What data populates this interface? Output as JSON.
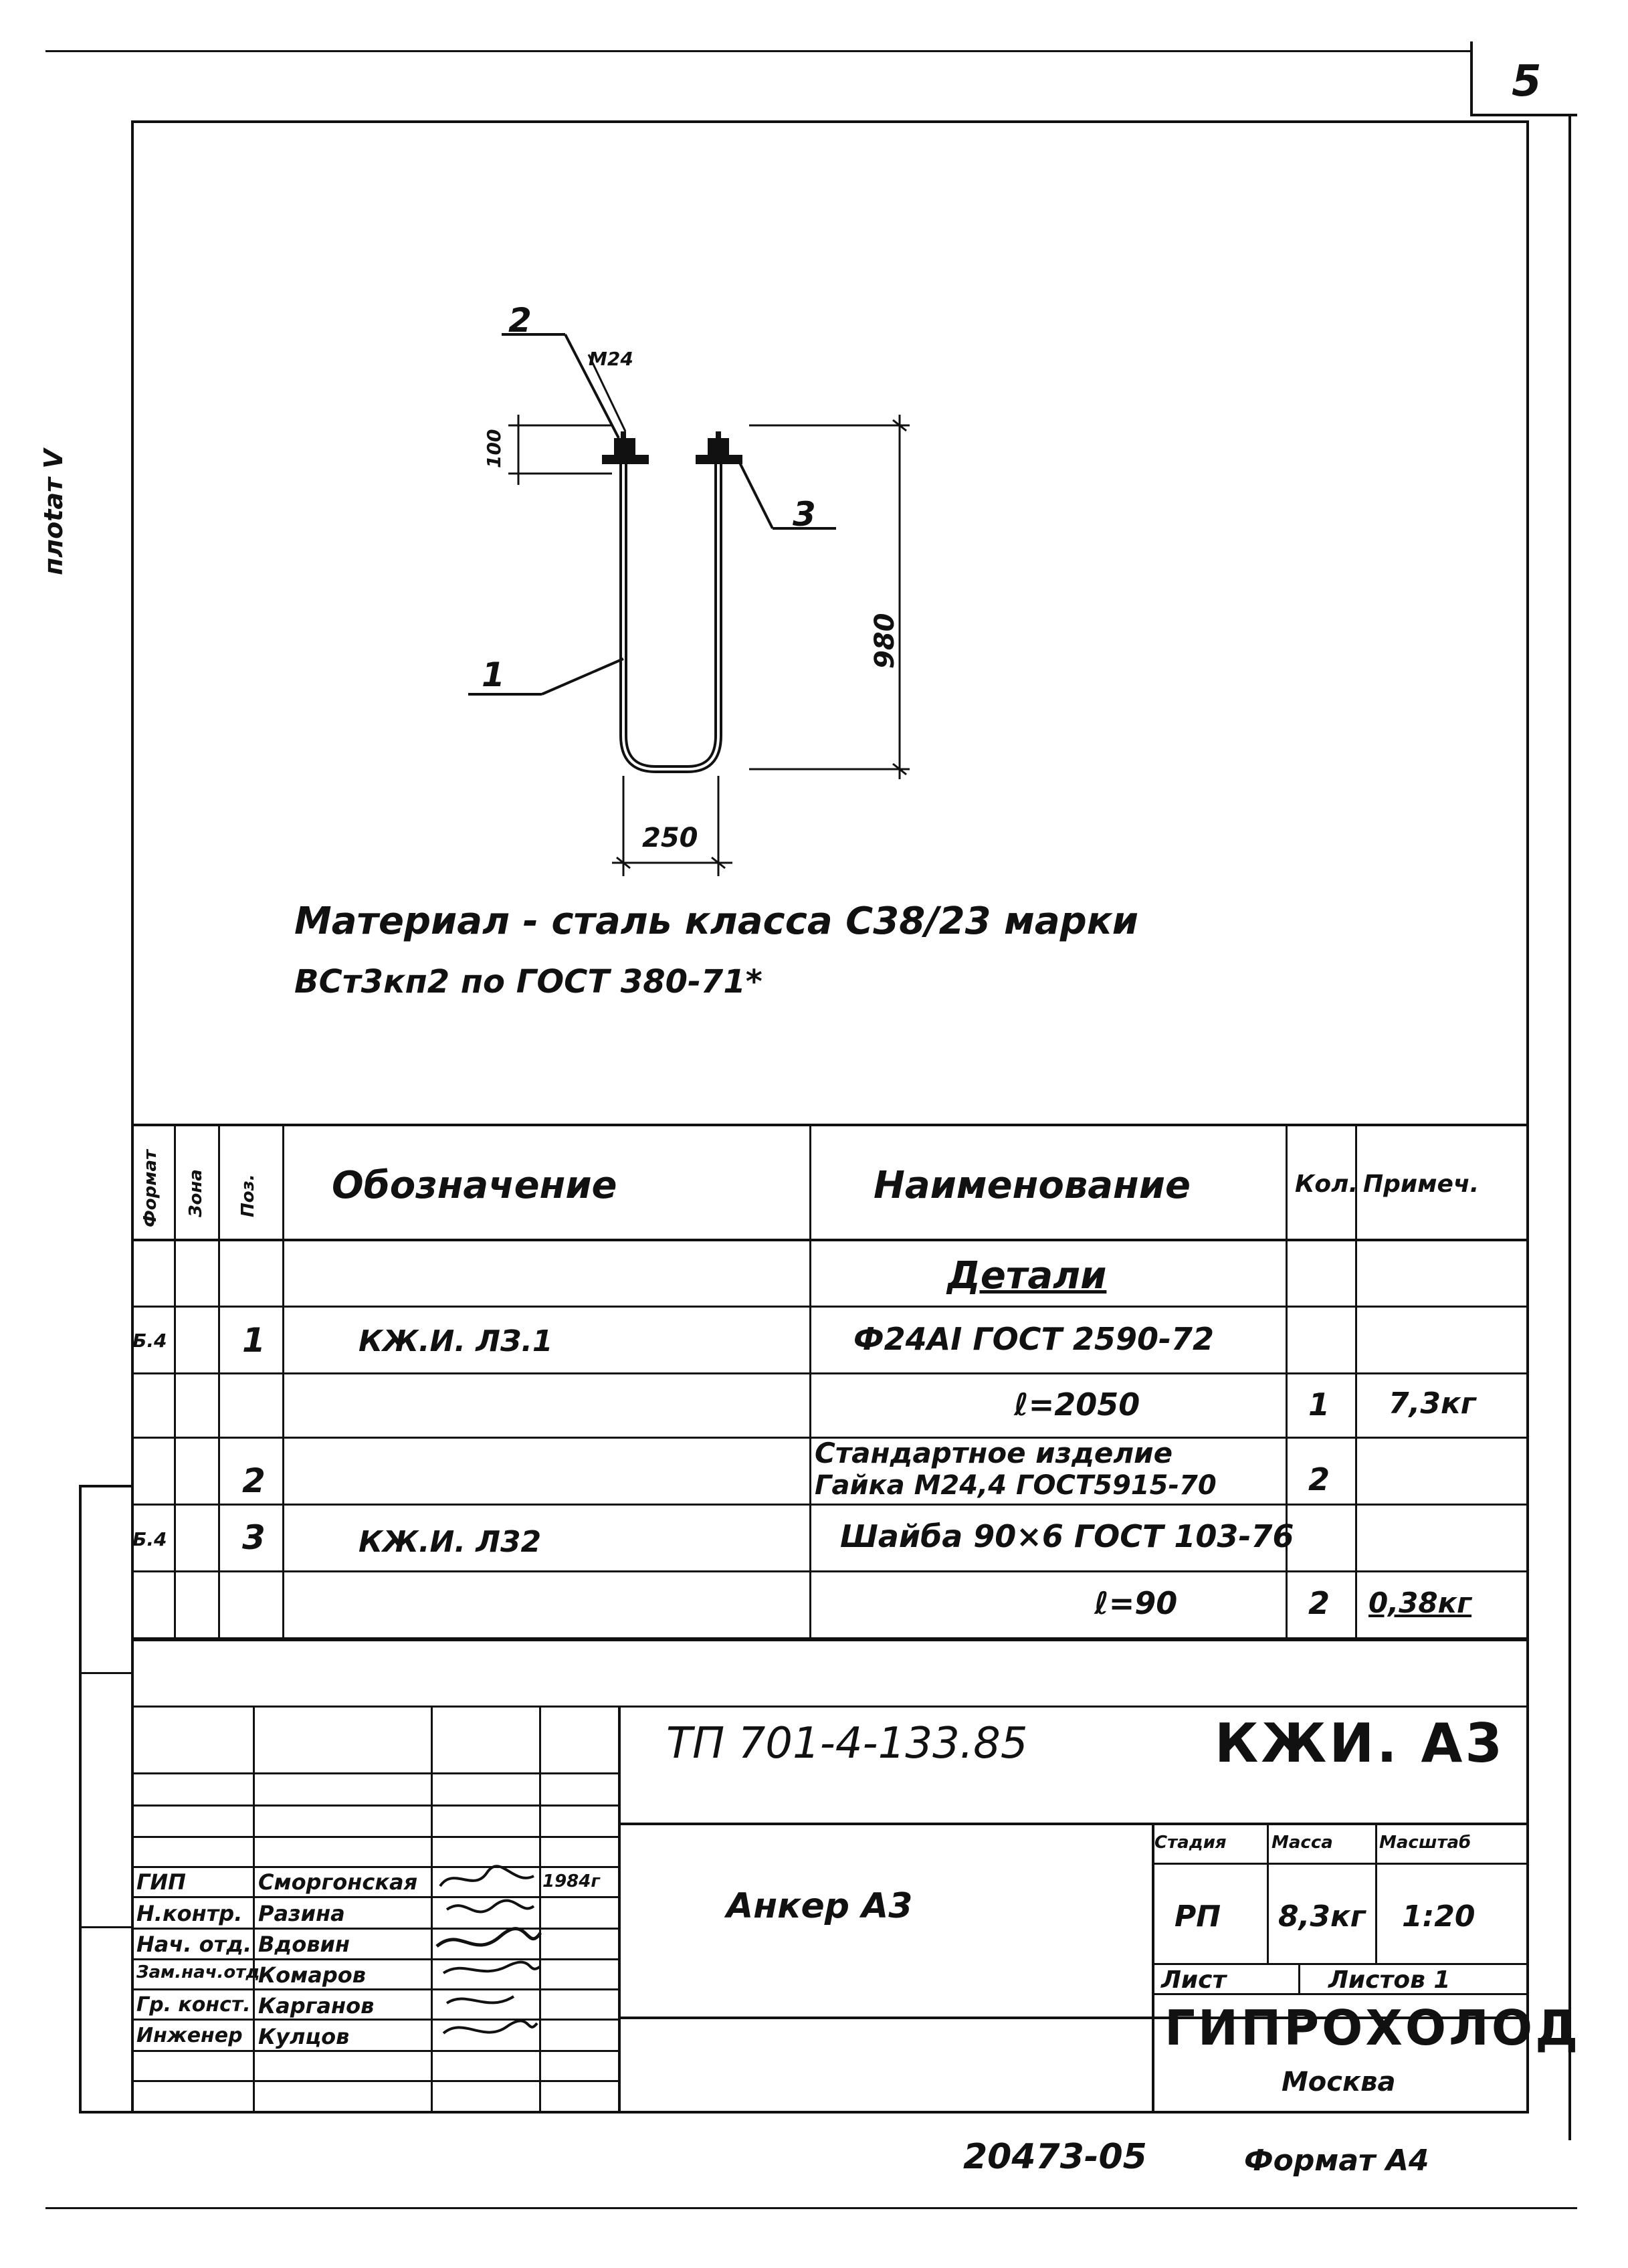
{
  "sheet": {
    "page_number": "5",
    "side_note": "плоtат V"
  },
  "drawing": {
    "labels": {
      "pos1": "1",
      "pos2": "2",
      "pos3": "3",
      "thread": "M24",
      "dim_top": "100",
      "dim_height": "980",
      "dim_width": "250"
    },
    "material_line1": "Материал - сталь класса С38/23 марки",
    "material_line2": "ВСт3кп2 по ГОСТ 380-71*"
  },
  "spec_table": {
    "headers": {
      "format": "Формат",
      "zone": "Зона",
      "pos": "Поз.",
      "designation": "Обозначение",
      "name": "Наименование",
      "qty": "Кол.",
      "note": "Примеч."
    },
    "section": "Детали",
    "rows": [
      {
        "format": "Б.4",
        "zone": "",
        "pos": "1",
        "designation": "КЖ.И. ЛЗ.1",
        "name": "Ф24АⅠ ГОСТ 2590-72",
        "qty": "",
        "note": ""
      },
      {
        "format": "",
        "zone": "",
        "pos": "",
        "designation": "",
        "name": "ℓ=2050",
        "qty": "1",
        "note": "7,3кг"
      },
      {
        "format": "",
        "zone": "",
        "pos": "2",
        "designation": "",
        "name": "Стандартное изделие",
        "name2": "Гайка М24,4 ГОСТ5915-70",
        "qty": "2",
        "note": ""
      },
      {
        "format": "Б.4",
        "zone": "",
        "pos": "3",
        "designation": "КЖ.И. Л32",
        "name": "Шайба 90×6 ГОСТ 103-76",
        "qty": "",
        "note": ""
      },
      {
        "format": "",
        "zone": "",
        "pos": "",
        "designation": "",
        "name": "ℓ=90",
        "qty": "2",
        "note": "0,38кг"
      }
    ]
  },
  "title_block": {
    "project_code": "ТП 701-4-133.85",
    "sheet_code": "КЖИ. А3",
    "title": "Анкер А3",
    "stage_label": "Стадия",
    "mass_label": "Масса",
    "scale_label": "Масштаб",
    "stage": "РП",
    "mass": "8,3кг",
    "scale": "1:20",
    "sheet_label": "Лист",
    "sheets_label": "Листов 1",
    "org": "ГИПРОХОЛОД",
    "city": "Москва",
    "staff": [
      {
        "role": "ГИП",
        "name": "Сморгонская",
        "date": "1984г"
      },
      {
        "role": "Н.контр.",
        "name": "Разина",
        "date": ""
      },
      {
        "role": "Нач. отд.",
        "name": "Вдовин",
        "date": ""
      },
      {
        "role": "Зам.нач.отд.",
        "name": "Комаров",
        "date": ""
      },
      {
        "role": "Гр. конст.",
        "name": "Карганов",
        "date": ""
      },
      {
        "role": "Инженер",
        "name": "Кулцов",
        "date": ""
      }
    ]
  },
  "footer": {
    "doc_number": "20473-05",
    "format": "Формат А4"
  }
}
